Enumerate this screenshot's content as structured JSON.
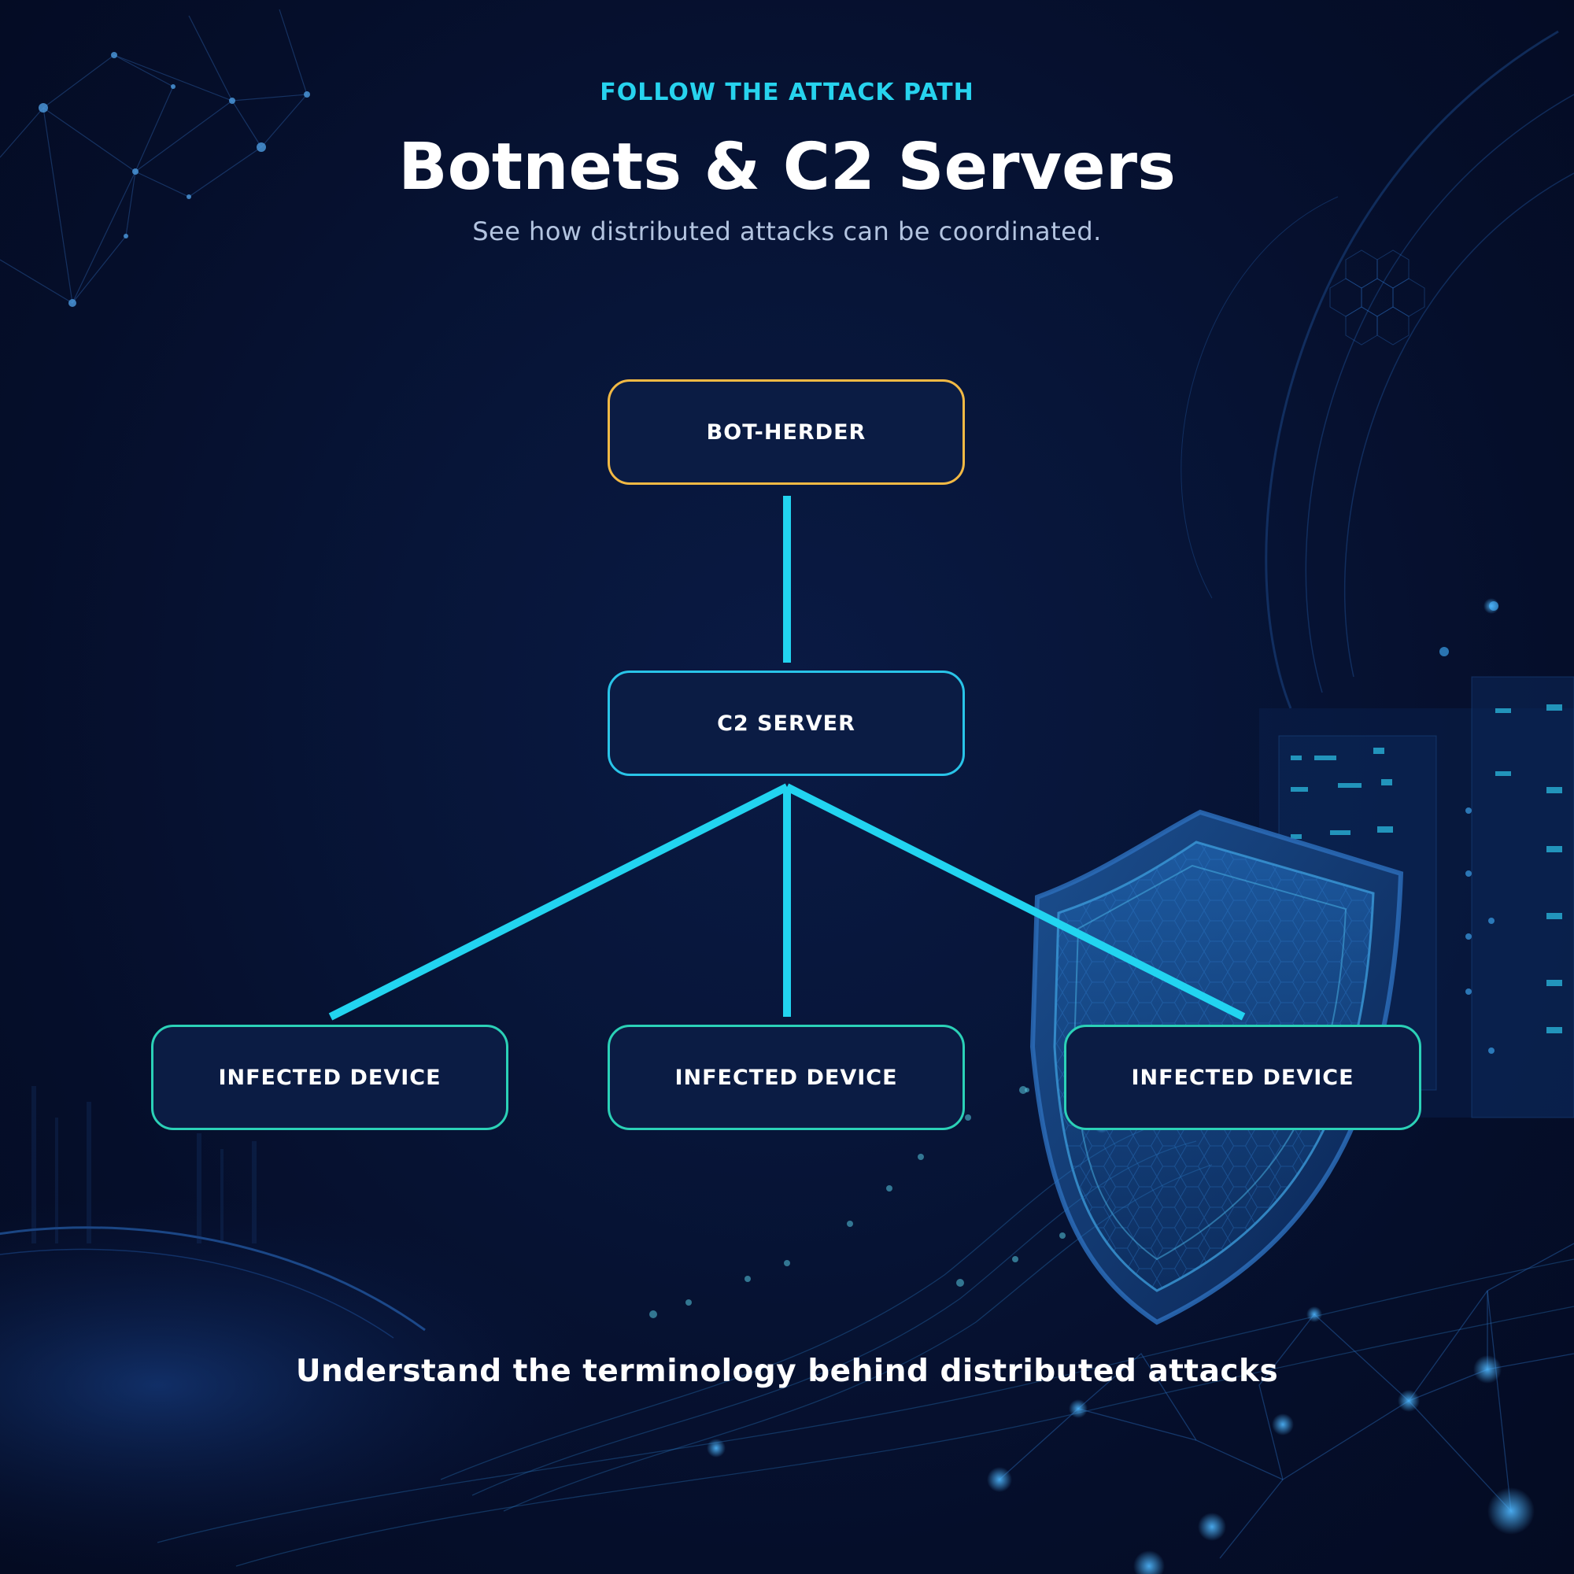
{
  "header": {
    "eyebrow": "FOLLOW THE ATTACK PATH",
    "title": "Botnets & C2 Servers",
    "subtitle": "See how distributed attacks can be coordinated."
  },
  "diagram": {
    "nodes": {
      "herder": "BOT-HERDER",
      "c2": "C2 SERVER",
      "device_1": "INFECTED DEVICE",
      "device_2": "INFECTED DEVICE",
      "device_3": "INFECTED DEVICE"
    },
    "edges": [
      [
        "herder",
        "c2"
      ],
      [
        "c2",
        "device_1"
      ],
      [
        "c2",
        "device_2"
      ],
      [
        "c2",
        "device_3"
      ]
    ]
  },
  "footer": {
    "tagline": "Understand the terminology behind distributed attacks"
  },
  "colors": {
    "accent": "#27d3ee",
    "herder_border": "#f2b944",
    "c2_border": "#29c4e8",
    "device_border": "#2bd1b7",
    "node_fill": "#0b1c44",
    "background": "#050d26"
  },
  "decor": {
    "icons": [
      "network-constellation-icon",
      "shield-icon",
      "server-rack-icon",
      "globe-icon"
    ]
  }
}
